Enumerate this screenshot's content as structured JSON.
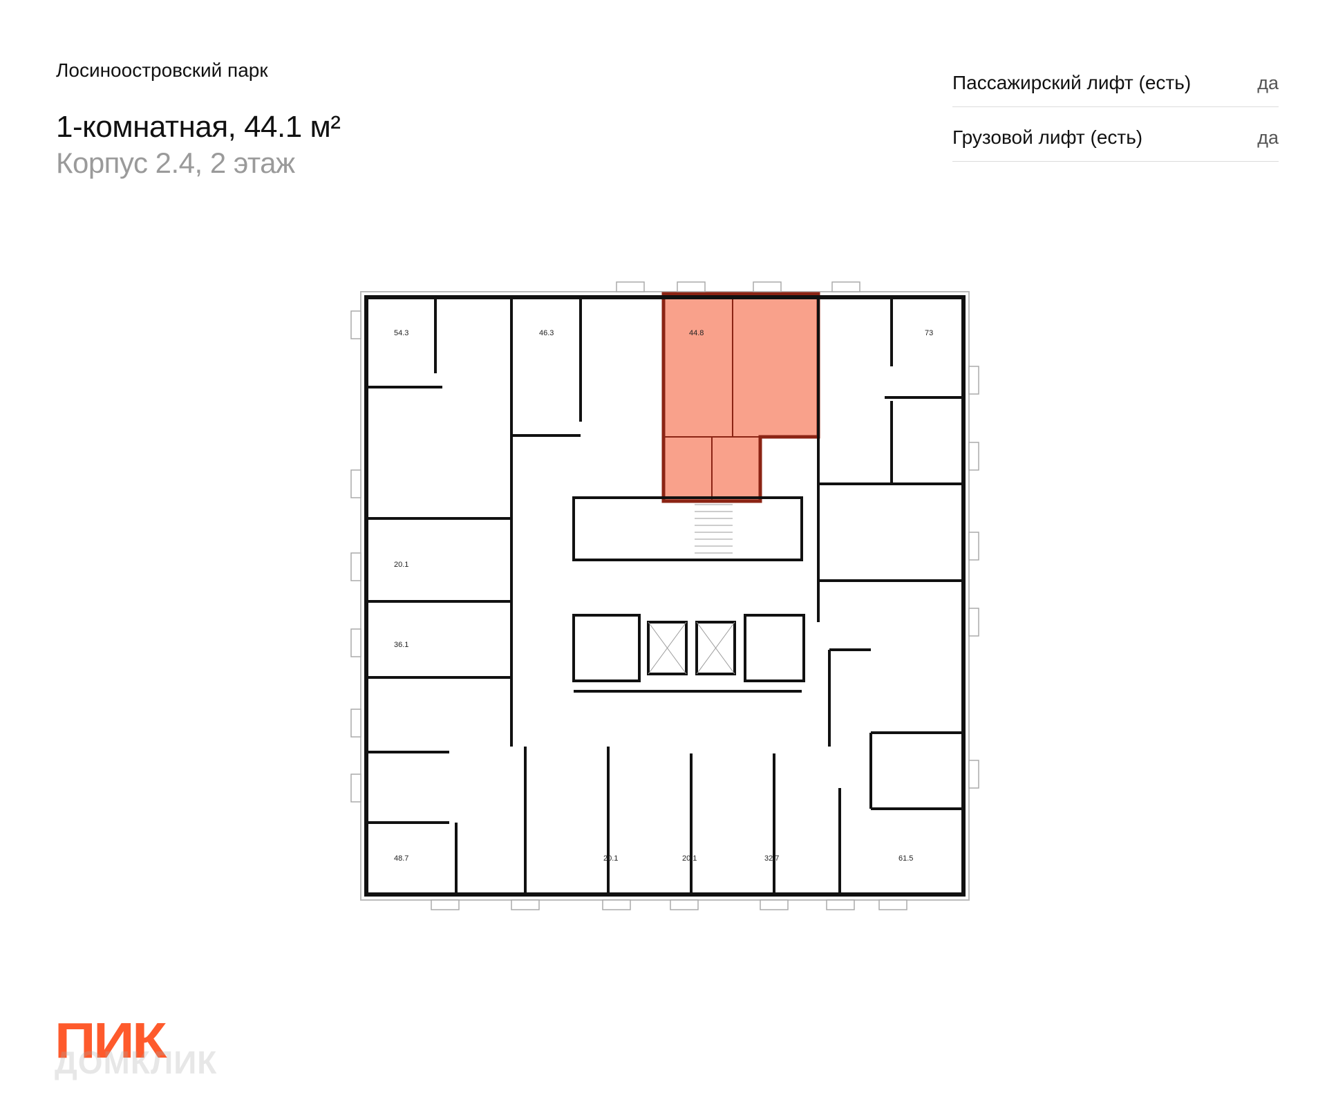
{
  "header": {
    "complex_name": "Лосиноостровский парк",
    "apartment_title": "1-комнатная, 44.1 м²",
    "building_floor": "Корпус 2.4, 2 этаж"
  },
  "features": [
    {
      "label": "Пассажирский лифт (есть)",
      "value": "да"
    },
    {
      "label": "Грузовой лифт (есть)",
      "value": "да"
    }
  ],
  "floor_plan": {
    "highlight_color": "#f9a18b",
    "highlight_border_color": "#8b2414",
    "highlighted_unit": "44.8",
    "unit_labels": [
      "54.3",
      "46.3",
      "44.8",
      "73",
      "20.1",
      "36.1",
      "48.7",
      "20.1",
      "20.1",
      "32.7",
      "61.5"
    ]
  },
  "brand": {
    "logo_text": "ПИК",
    "logo_color": "#fe5a2c",
    "watermark_text": "ДОМКЛИК"
  }
}
